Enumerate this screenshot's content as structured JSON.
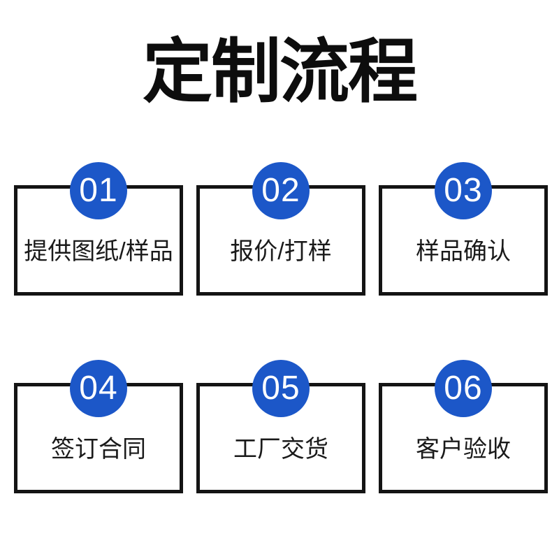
{
  "page": {
    "title": "定制流程",
    "background_color": "#ffffff",
    "accent_color": "#1c57c8",
    "box_border_color": "#141414",
    "title_color": "#0d0d0d"
  },
  "steps": [
    {
      "number": "01",
      "label": "提供图纸/样品"
    },
    {
      "number": "02",
      "label": "报价/打样"
    },
    {
      "number": "03",
      "label": "样品确认"
    },
    {
      "number": "04",
      "label": "签订合同"
    },
    {
      "number": "05",
      "label": "工厂交货"
    },
    {
      "number": "06",
      "label": "客户验收"
    }
  ]
}
